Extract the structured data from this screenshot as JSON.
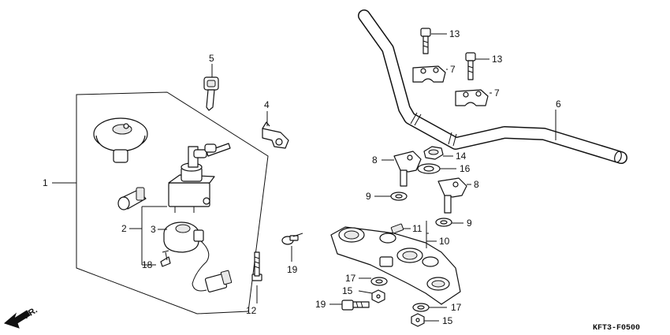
{
  "callouts": [
    {
      "id": "1",
      "label": "1"
    },
    {
      "id": "2",
      "label": "2"
    },
    {
      "id": "3",
      "label": "3"
    },
    {
      "id": "4",
      "label": "4"
    },
    {
      "id": "5",
      "label": "5"
    },
    {
      "id": "6",
      "label": "6"
    },
    {
      "id": "7a",
      "label": "7"
    },
    {
      "id": "7b",
      "label": "7"
    },
    {
      "id": "8a",
      "label": "8"
    },
    {
      "id": "8b",
      "label": "8"
    },
    {
      "id": "9a",
      "label": "9"
    },
    {
      "id": "9b",
      "label": "9"
    },
    {
      "id": "10",
      "label": "10"
    },
    {
      "id": "11",
      "label": "11"
    },
    {
      "id": "12",
      "label": "12"
    },
    {
      "id": "13a",
      "label": "13"
    },
    {
      "id": "13b",
      "label": "13"
    },
    {
      "id": "14",
      "label": "14"
    },
    {
      "id": "15a",
      "label": "15"
    },
    {
      "id": "15b",
      "label": "15"
    },
    {
      "id": "16",
      "label": "16"
    },
    {
      "id": "17a",
      "label": "17"
    },
    {
      "id": "17b",
      "label": "17"
    },
    {
      "id": "18",
      "label": "18"
    },
    {
      "id": "19a",
      "label": "19"
    },
    {
      "id": "19b",
      "label": "19"
    }
  ],
  "direction_label": "FR.",
  "diagram_code": "KFT3-F0500"
}
